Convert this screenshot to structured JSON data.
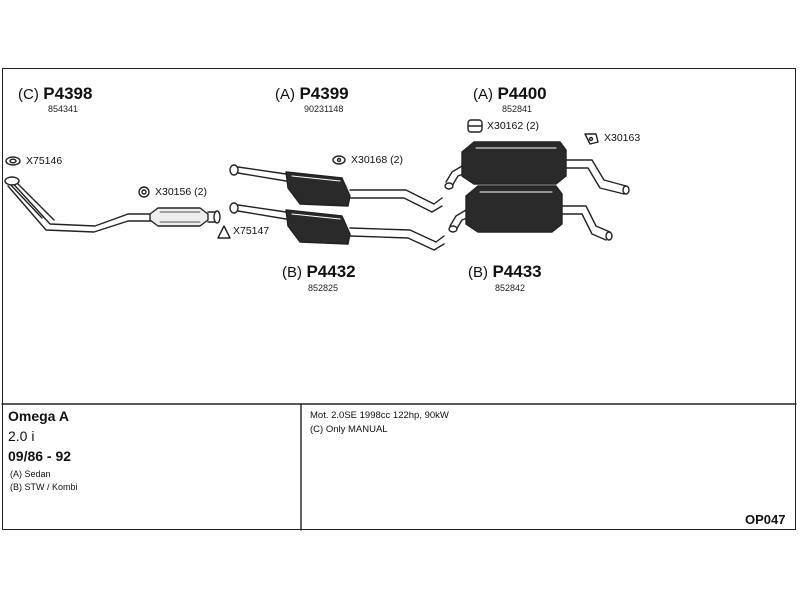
{
  "parts": [
    {
      "variant": "(C)",
      "number": "P4398",
      "ref": "854341"
    },
    {
      "variant": "(A)",
      "number": "P4399",
      "ref": "90231148"
    },
    {
      "variant": "(A)",
      "number": "P4400",
      "ref": "852841"
    },
    {
      "variant": "(B)",
      "number": "P4432",
      "ref": "852825"
    },
    {
      "variant": "(B)",
      "number": "P4433",
      "ref": "852842"
    }
  ],
  "accessories": [
    {
      "code": "X75146",
      "icon": "gasket-ring-icon"
    },
    {
      "code": "X30156 (2)",
      "icon": "clamp-icon"
    },
    {
      "code": "X75147",
      "icon": "triangle-gasket-icon"
    },
    {
      "code": "X30168 (2)",
      "icon": "rubber-mount-icon"
    },
    {
      "code": "X30162 (2)",
      "icon": "hanger-mount-icon"
    },
    {
      "code": "X30163",
      "icon": "bracket-icon"
    }
  ],
  "vehicle": {
    "model": "Omega A",
    "engine": "2.0 i",
    "years": "09/86 - 92",
    "body_a": "(A) Sedan",
    "body_b": "(B) STW / Kombi"
  },
  "notes": {
    "line1": "Mot. 2.0SE 1998cc 122hp, 90kW",
    "line2": "(C) Only MANUAL"
  },
  "diagram_code": "OP047"
}
